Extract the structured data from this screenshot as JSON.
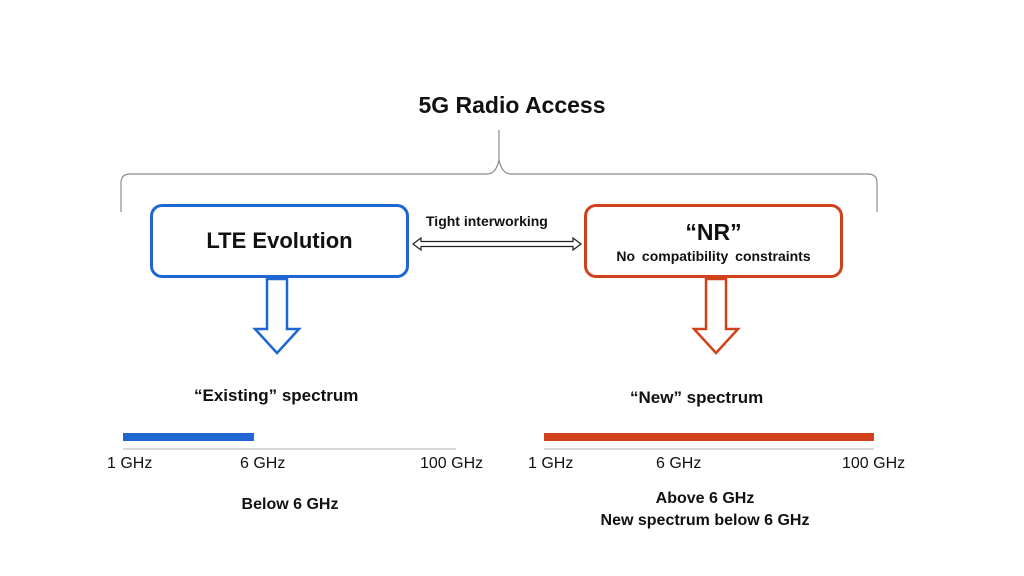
{
  "title": "5G Radio Access",
  "lte": {
    "label": "LTE Evolution",
    "color": "#1f66d1",
    "spectrum_heading": "“Existing” spectrum",
    "ticks": [
      "1 GHz",
      "6 GHz",
      "100 GHz"
    ],
    "footer": "Below 6 GHz"
  },
  "interworking": {
    "label": "Tight interworking",
    "arrow_icon": "double-headed-arrow-icon"
  },
  "nr": {
    "label": "“NR”",
    "sublabel": "No compatibility  constraints",
    "color": "#d0421b",
    "spectrum_heading": "“New” spectrum",
    "ticks": [
      "1 GHz",
      "6 GHz",
      "100 GHz"
    ],
    "footer_line1": "Above 6 GHz",
    "footer_line2": "New spectrum below 6 GHz"
  }
}
